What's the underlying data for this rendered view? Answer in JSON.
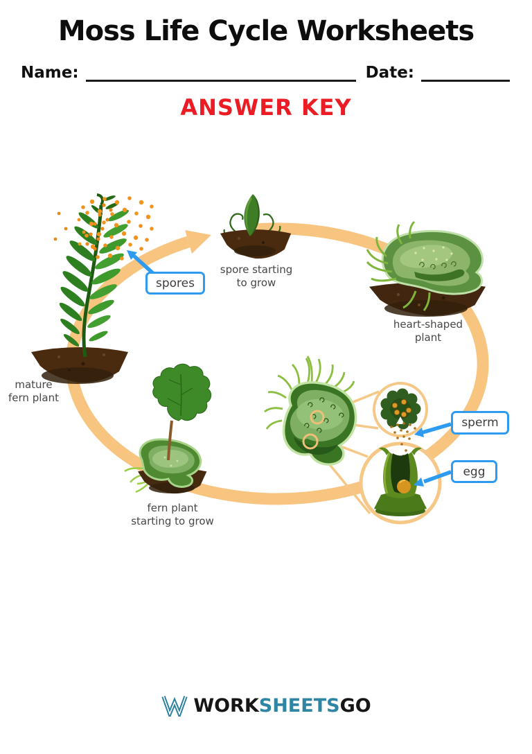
{
  "header": {
    "title": "Moss Life Cycle Worksheets",
    "name_label": "Name:",
    "date_label": "Date:",
    "answer_key": "ANSWER KEY",
    "answer_key_color": "#EC1C24"
  },
  "diagram": {
    "answer_labels": {
      "spores": "spores",
      "sperm": "sperm",
      "egg": "egg"
    },
    "captions": {
      "mature_fern": [
        "mature",
        "fern plant"
      ],
      "spore_starting": [
        "spore starting",
        "to grow"
      ],
      "heart_shaped": [
        "heart-shaped",
        "plant"
      ],
      "fern_starting": [
        "fern plant",
        "starting to grow"
      ]
    },
    "colors": {
      "cycle_arrow": "#F8C581",
      "spore_dots": "#F0941E",
      "answer_box_border": "#2E9BF1",
      "answer_arrow_blue": "#2E9BF1",
      "soil_brown": "#4A2B10",
      "fern_green": "#2E7F1F"
    }
  },
  "footer": {
    "logo": {
      "word1": "WORK",
      "word2": "SHEETS",
      "word3": "GO",
      "accent": "#2E86A4"
    }
  }
}
